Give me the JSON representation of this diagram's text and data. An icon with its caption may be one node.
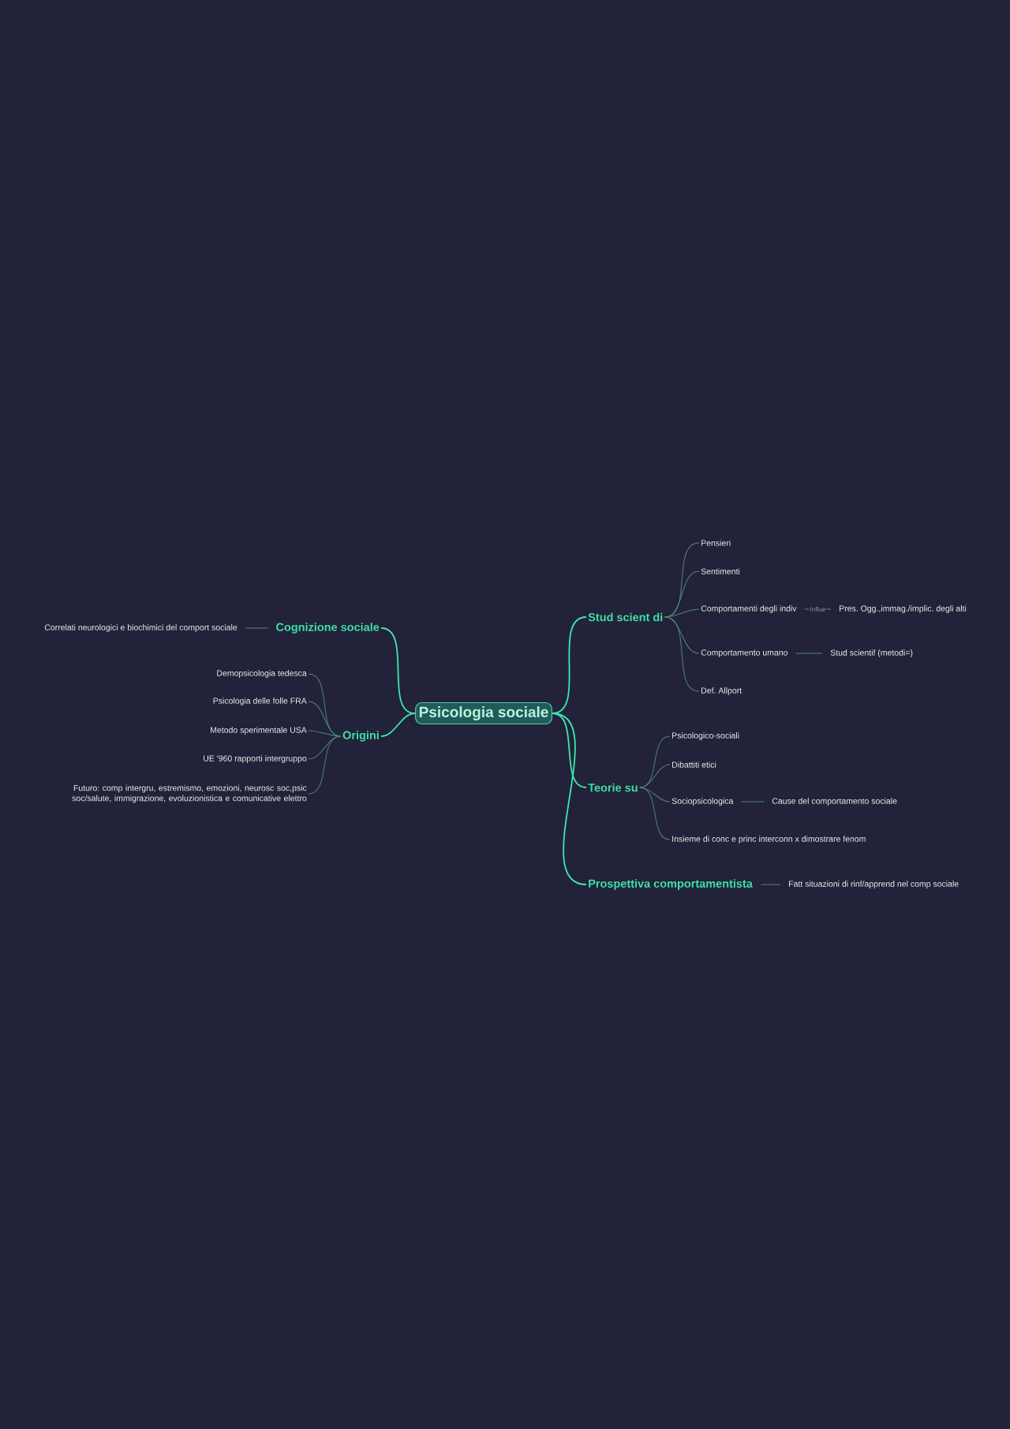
{
  "diagram": {
    "nodes": [
      {
        "text": [
          "Psicologia sociale"
        ]
      },
      {
        "text": [
          "Cognizione sociale"
        ]
      },
      {
        "text": [
          "Correlati neurologici e biochimici del comport sociale"
        ]
      },
      {
        "text": [
          "Origini"
        ]
      },
      {
        "text": [
          "Demopsicologia tedesca"
        ]
      },
      {
        "text": [
          "Psicologia delle folle FRA"
        ]
      },
      {
        "text": [
          "Metodo sperimentale USA"
        ]
      },
      {
        "text": [
          "UE '960 rapporti intergruppo"
        ]
      },
      {
        "text": [
          "Futuro: comp intergru, estremismo, emozioni, neurosc soc,psic soc/salute, immigrazione, evoluzionistica e comunicative elettro"
        ]
      },
      {
        "text": [
          "Stud scient di"
        ]
      },
      {
        "text": [
          "Pensieri"
        ]
      },
      {
        "text": [
          "Sentimenti"
        ]
      },
      {
        "text": [
          "Comportamenti degli indiv"
        ]
      },
      {
        "text": [
          "Pres. Ogg.,immag./implic. degli alti"
        ]
      },
      {
        "text": [
          "Comportamento umano"
        ]
      },
      {
        "text": [
          "Stud scientif (metodi=)"
        ]
      },
      {
        "text": [
          "Def. Allport"
        ]
      },
      {
        "text": [
          "Teorie su"
        ]
      },
      {
        "text": [
          "Psicologico-sociali"
        ]
      },
      {
        "text": [
          "Dibattiti etici"
        ]
      },
      {
        "text": [
          "Sociopsicologica"
        ]
      },
      {
        "text": [
          "Cause del comportamento sociale"
        ]
      },
      {
        "text": [
          "Insieme di conc e princ interconn x dimostrare fenom"
        ]
      },
      {
        "text": [
          "Prospettiva comportamentista"
        ]
      },
      {
        "text": [
          "Fatt situazioni di rinf/apprend nel comp sociale"
        ]
      }
    ],
    "edges": [
      {
        "from": 0,
        "to": 1,
        "arrow": "none",
        "color": "#3ee8b0"
      },
      {
        "from": 0,
        "to": 3,
        "arrow": "none",
        "color": "#3ee8b0"
      },
      {
        "from": 0,
        "to": 9,
        "arrow": "none",
        "color": "#3ee8b0"
      },
      {
        "from": 0,
        "to": 17,
        "arrow": "none",
        "color": "#3ee8b0"
      },
      {
        "from": 0,
        "to": 23,
        "arrow": "none",
        "color": "#3ee8b0"
      },
      {
        "from": 1,
        "to": 2,
        "arrow": "none"
      },
      {
        "from": 3,
        "to": 4,
        "arrow": "none"
      },
      {
        "from": 3,
        "to": 5,
        "arrow": "none"
      },
      {
        "from": 3,
        "to": 6,
        "arrow": "none"
      },
      {
        "from": 3,
        "to": 7,
        "arrow": "none"
      },
      {
        "from": 3,
        "to": 8,
        "arrow": "none"
      },
      {
        "from": 9,
        "to": 10,
        "arrow": "none"
      },
      {
        "from": 9,
        "to": 11,
        "arrow": "none"
      },
      {
        "from": 9,
        "to": 12,
        "arrow": "none"
      },
      {
        "from": 9,
        "to": 14,
        "arrow": "none"
      },
      {
        "from": 9,
        "to": 16,
        "arrow": "none"
      },
      {
        "from": 12,
        "to": 13,
        "arrow": "none",
        "label": "Influe"
      },
      {
        "from": 14,
        "to": 15,
        "arrow": "none"
      },
      {
        "from": 17,
        "to": 18,
        "arrow": "none"
      },
      {
        "from": 17,
        "to": 19,
        "arrow": "none"
      },
      {
        "from": 17,
        "to": 20,
        "arrow": "none"
      },
      {
        "from": 17,
        "to": 22,
        "arrow": "none"
      },
      {
        "from": 20,
        "to": 21,
        "arrow": "none"
      },
      {
        "from": 23,
        "to": 24,
        "arrow": "none"
      }
    ]
  }
}
